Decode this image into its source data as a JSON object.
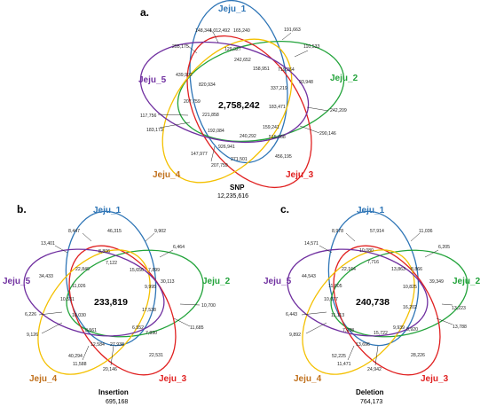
{
  "colors": {
    "jeju_1": "#2e75b6",
    "jeju_2": "#22a33a",
    "jeju_3": "#e02020",
    "jeju_4": "#f4c000",
    "jeju_5": "#7030a0",
    "label_4": "#c0701c"
  },
  "panels": [
    {
      "letter": "a.",
      "title": "SNP",
      "total": "12,235,616",
      "center": "2,758,242",
      "labels": [
        "Jeju_1",
        "Jeju_2",
        "Jeju_3",
        "Jeju_4",
        "Jeju_5"
      ],
      "outer": [
        "1,012,492",
        "191,663",
        "110,533",
        "242,209",
        "290,146",
        "207,759",
        "183,173",
        "117,756",
        "255,175",
        "148,344"
      ],
      "inner": [
        "165,240",
        "129,027",
        "242,652",
        "158,951",
        "719,264",
        "93,948",
        "337,219",
        "183,471",
        "159,241",
        "515,068",
        "456,195",
        "271,501",
        "240,292",
        "926,941",
        "147,977",
        "192,084",
        "221,858",
        "207,759",
        "820,934",
        "439,992"
      ]
    },
    {
      "letter": "b.",
      "title": "Insertion",
      "total": "695,168",
      "center": "233,819",
      "labels": [
        "Jeju_1",
        "Jeju_2",
        "Jeju_3",
        "Jeju_4",
        "Jeju_5"
      ],
      "outer": [
        "8,447",
        "9,902",
        "6,464",
        "10,700",
        "11,685",
        "20,146",
        "11,588",
        "9,126",
        "6,226",
        "13,401"
      ],
      "inner": [
        "46,315",
        "8,806",
        "7,122",
        "15,656",
        "7,899",
        "30,113",
        "9,995",
        "17,538",
        "7,890",
        "22,531",
        "27,938",
        "12,584",
        "40,294",
        "8,561",
        "10,030",
        "10,531",
        "11,026",
        "34,433",
        "22,849",
        "6,552"
      ]
    },
    {
      "letter": "c.",
      "title": "Deletion",
      "total": "764,173",
      "center": "240,738",
      "labels": [
        "Jeju_1",
        "Jeju_2",
        "Jeju_3",
        "Jeju_4",
        "Jeju_5"
      ],
      "outer": [
        "8,978",
        "11,036",
        "6,205",
        "13,223",
        "13,788",
        "24,942",
        "11,471",
        "9,892",
        "6,443",
        "14,571"
      ],
      "inner": [
        "57,914",
        "10,080",
        "7,716",
        "13,863",
        "8,866",
        "39,349",
        "10,825",
        "16,202",
        "8,920",
        "28,226",
        "15,722",
        "13,696",
        "52,225",
        "7,938",
        "11,113",
        "10,077",
        "11,805",
        "44,543",
        "22,164",
        "9,939"
      ]
    }
  ]
}
